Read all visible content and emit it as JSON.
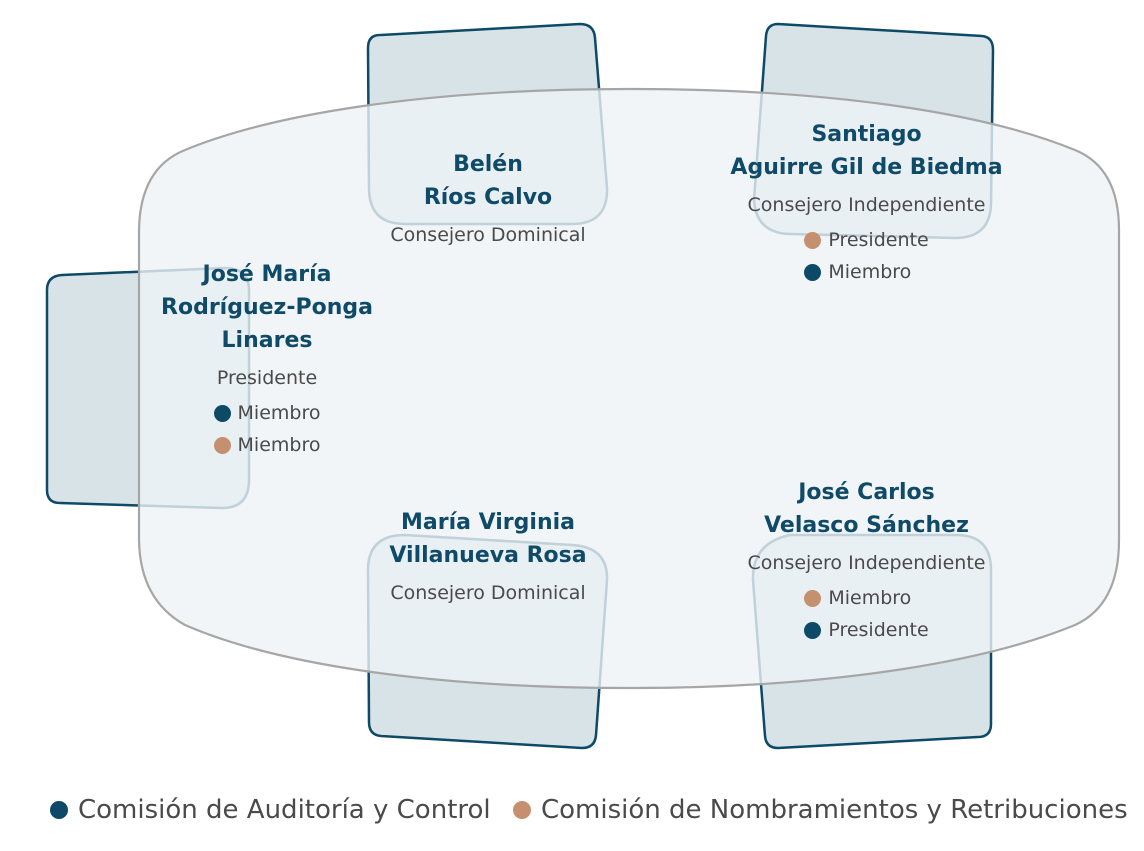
{
  "colors": {
    "auditoria": "#0d4a68",
    "nombramientos": "#c5906f",
    "chair_fill": "#d8e3e8",
    "chair_stroke": "#0d4a68",
    "table_fill": "rgba(238,243,245,0.80)",
    "table_stroke": "#a6a6a6",
    "name_text": "#0f4a68",
    "role_text": "#4a4a4a"
  },
  "members": [
    {
      "id": "rios-calvo",
      "name_lines": [
        "Belén",
        "Ríos Calvo"
      ],
      "role": "Consejero Dominical",
      "committees": []
    },
    {
      "id": "aguirre",
      "name_lines": [
        "Santiago",
        "Aguirre Gil de Biedma"
      ],
      "role": "Consejero Independiente",
      "committees": [
        {
          "committee": "nombramientos",
          "position": "Presidente"
        },
        {
          "committee": "auditoria",
          "position": "Miembro"
        }
      ]
    },
    {
      "id": "rodriguez-ponga",
      "name_lines": [
        "José María",
        "Rodríguez-Ponga",
        "Linares"
      ],
      "role": "Presidente",
      "committees": [
        {
          "committee": "auditoria",
          "position": "Miembro"
        },
        {
          "committee": "nombramientos",
          "position": "Miembro"
        }
      ]
    },
    {
      "id": "villanueva",
      "name_lines": [
        "María Virginia",
        "Villanueva Rosa"
      ],
      "role": "Consejero Dominical",
      "committees": []
    },
    {
      "id": "velasco",
      "name_lines": [
        "José Carlos",
        "Velasco Sánchez"
      ],
      "role": "Consejero Independiente",
      "committees": [
        {
          "committee": "nombramientos",
          "position": "Miembro"
        },
        {
          "committee": "auditoria",
          "position": "Presidente"
        }
      ]
    }
  ],
  "legend": {
    "auditoria": "Comisión de Auditoría y Control",
    "nombramientos": "Comisión de Nombramientos y Retribuciones"
  }
}
